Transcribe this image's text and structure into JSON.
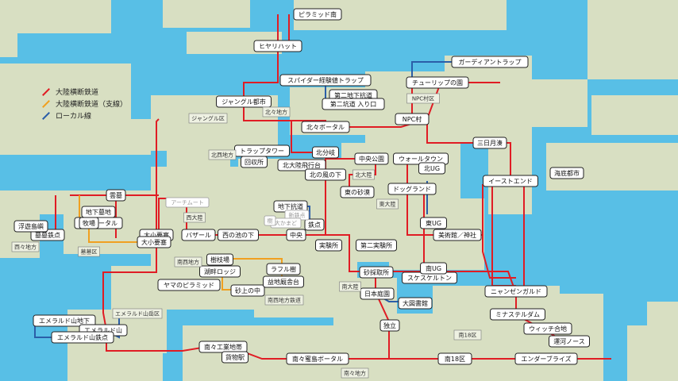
{
  "colors": {
    "sea": "#58bfe6",
    "land": "#d8dfc2",
    "main_line": "#e01c24",
    "branch_line": "#f0a020",
    "local_line": "#2b5ea8"
  },
  "legend": [
    {
      "label": "大陸横断鉄道",
      "color": "#e01c24"
    },
    {
      "label": "大陸横断鉄道（支線）",
      "color": "#f0a020"
    },
    {
      "label": "ローカル線",
      "color": "#2b5ea8"
    }
  ],
  "stations": [
    "ピラミッド南",
    "ヒヤリハット",
    "ジャングル都市",
    "スパイダー経験値トラップ",
    "第二地下抗道",
    "第二坑道 入り口",
    "北々ボータル",
    "NPC村",
    "チューリップの園",
    "ガーディアントラップ",
    "三日月湊",
    "イーストエンド",
    "海底都市",
    "トラップタワー",
    "回収所",
    "北分岐",
    "北大陸飛行台",
    "北の風の下",
    "中央公園",
    "ウォールタウン",
    "北UG",
    "東の砂漠",
    "ドッグランド",
    "地下抗道",
    "鉄点",
    "雲墓",
    "地下墓地",
    "墓場",
    "墓墓鉄点",
    "墓墓ボータル",
    "浮遊島嶼",
    "牧場",
    "大小要塞",
    "大小要塞",
    "バザール",
    "西の池の下",
    "中央",
    "実験所",
    "第二実験所",
    "東UG",
    "美術館／神社",
    "砂採取所",
    "スケスケルトン",
    "南UG",
    "ニャンゼンガルド",
    "日本庭園",
    "大図書館",
    "ミナステルダム",
    "ウィッチ合地",
    "運河ノース",
    "独立",
    "南々工業地帯",
    "貨物駅",
    "南々蜜島ボータル",
    "南18区",
    "エンダーブライズ",
    "樹枝場",
    "湖畔ロッジ",
    "ヤマのピラミッド",
    "砂上の中",
    "ラフル樹",
    "益地厩舎台",
    "エメラルド山地下",
    "エメラルド山",
    "エメラルド山鉄点"
  ],
  "area_labels": [
    "ジャングル区",
    "北々地方",
    "NPC村区",
    "北西地方",
    "北大陸",
    "東大陸",
    "西大陸",
    "南大陸",
    "墓墓区",
    "西々地方",
    "南西地方",
    "南西地方鉄道",
    "エメラルド山岳区",
    "南18区",
    "南々地方"
  ],
  "grey_labels": [
    "アーチムート",
    "新鉄点",
    "大かまど",
    "樹"
  ]
}
